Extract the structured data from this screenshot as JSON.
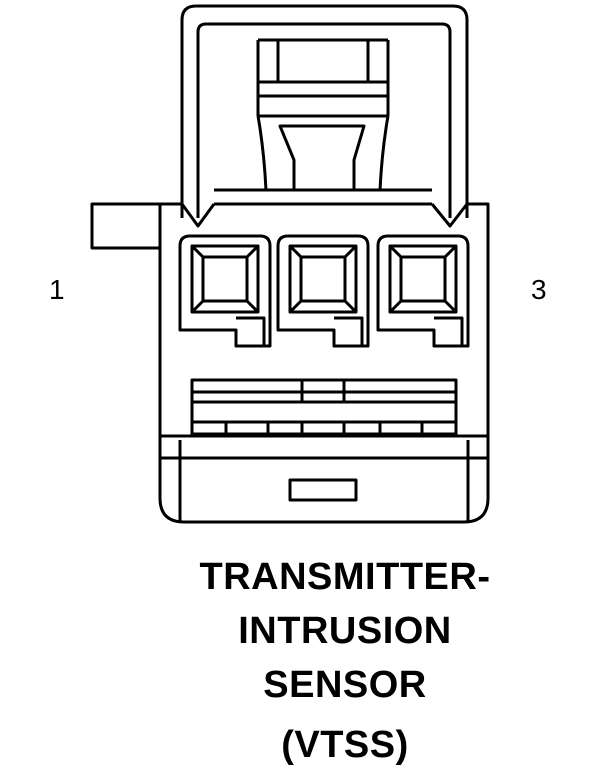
{
  "connector": {
    "pin_left": "1",
    "pin_right": "3",
    "cavity_count": 3
  },
  "caption": {
    "line1": "TRANSMITTER-",
    "line2": "INTRUSION",
    "line3": "SENSOR",
    "line4": "(VTSS)"
  },
  "colors": {
    "stroke": "#000000",
    "background": "#ffffff"
  }
}
